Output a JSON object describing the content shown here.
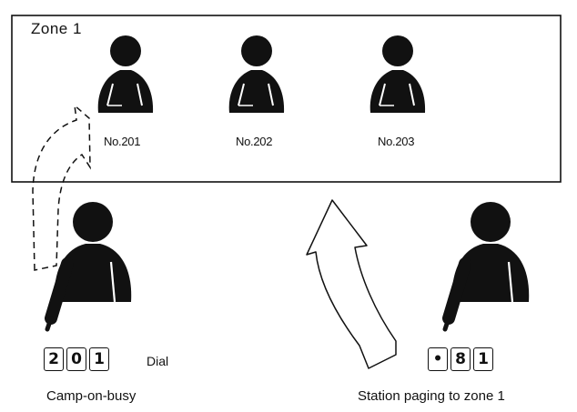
{
  "zone": {
    "title": "Zone 1"
  },
  "extensions": [
    {
      "label": "No.201"
    },
    {
      "label": "No.202"
    },
    {
      "label": "No.203"
    }
  ],
  "camp_on_busy": {
    "keys": [
      "2",
      "0",
      "1"
    ],
    "dial_label": "Dial",
    "caption": "Camp-on-busy"
  },
  "station_paging": {
    "keys": [
      "•",
      "8",
      "1"
    ],
    "caption": "Station paging to zone 1"
  }
}
